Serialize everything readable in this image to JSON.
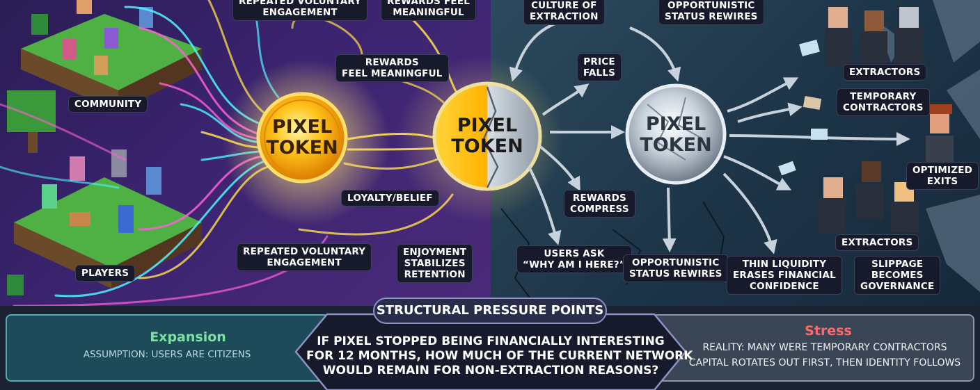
{
  "left_scene": {
    "community_label": "COMMUNITY",
    "players_label": "PLAYERS",
    "coin_left": "PIXEL\nTOKEN",
    "labels": {
      "repeated_voluntary_top": "REPEATED VOLUNTARY\nENGAGEMENT",
      "rewards_feel_top": "REWARDS FEEL\nMEANINGFUL",
      "rewards_feel_mid": "REWARDS\nFEEL MEANINGFUL",
      "loyalty": "LOYALTY/BELIEF",
      "repeated_voluntary_bottom": "REPEATED VOLUNTARY\nENGAGEMENT",
      "enjoyment": "ENJOYMENT\nSTABILIZES\nRETENTION"
    }
  },
  "center_coin": {
    "text": "PIXEL\nTOKEN"
  },
  "right_scene": {
    "coin_right": "PIXEL\nTOKEN",
    "labels": {
      "culture": "CULTURE OF\nEXTRACTION",
      "opportunistic_top": "OPPORTUNISTIC\nSTATUS REWIRES",
      "price_falls": "PRICE\nFALLS",
      "rewards_compress": "REWARDS\nCOMPRESS",
      "users_ask": "USERS ASK\n“WHY AM I HERE?”",
      "opportunistic_bottom": "OPPORTUNISTIC\nSTATUS REWIRES",
      "thin_liquidity": "THIN LIQUIDITY\nERASES FINANCIAL\nCONFIDENCE",
      "slippage": "SLIPPAGE\nBECOMES\nGOVERNANCE",
      "extractors_top": "EXTRACTORS",
      "temporary_contractors": "TEMPORARY\nCONTRACTORS",
      "optimized_exits": "OPTIMIZED\nEXITS",
      "extractors_bottom": "EXTRACTORS"
    }
  },
  "bottom_panel": {
    "title": "STRUCTURAL PRESSURE POINTS",
    "expansion_title": "Expansion",
    "expansion_text": "ASSUMPTION: USERS ARE CITIZENS",
    "question": "IF PIXEL STOPPED BEING FINANCIALLY INTERESTING\nFOR 12 MONTHS, HOW MUCH OF THE CURRENT NETWORK\nWOULD REMAIN FOR NON-EXTRACTION REASONS?",
    "stress_title": "Stress",
    "stress_line1": "REALITY: MANY WERE TEMPORARY CONTRACTORS",
    "stress_line2": "CAPITAL ROTATES OUT FIRST, THEN IDENTITY FOLLOWS"
  },
  "colors": {
    "left_bg": "#3b2470",
    "right_bg": "#1d3447",
    "gold": "#ffc21a",
    "silver": "#c9d3dc",
    "stream_cyan": "#4df3ff",
    "stream_pink": "#ff5fd7",
    "stream_yellow": "#ffe04a",
    "expansion_green": "#7ee0a2",
    "stress_red": "#ff6a6a"
  }
}
